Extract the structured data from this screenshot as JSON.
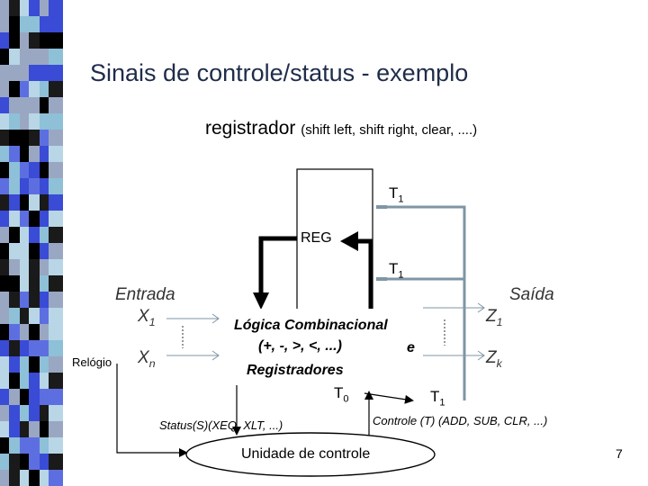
{
  "slide": {
    "title": "Sinais de controle/status - exemplo",
    "subtitle_main": "registrador",
    "subtitle_ops": "(shift left, shift right, clear, ....)",
    "page_number": "7"
  },
  "diagram": {
    "t1_top": "T",
    "t1_top_sub": "1",
    "reg_label": "REG",
    "t1_mid": "T",
    "t1_mid_sub": "1",
    "entrada_label": "Entrada",
    "x1": "X",
    "x1_sub": "1",
    "relogio": "Relógio",
    "xn": "X",
    "xn_sub": "n",
    "comb_line1": "Lógica Combinacional",
    "comb_line2": "(+, -, >, <, ...)",
    "comb_e": "e",
    "comb_line3": "Registradores",
    "t0": "T",
    "t0_sub": "0",
    "t1_bottom": "T",
    "t1_bottom_sub": "1",
    "saida_label": "Saída",
    "z1": "Z",
    "z1_sub": "1",
    "zk": "Z",
    "zk_sub": "k",
    "status_label": "Status(S)(XEQ, XLT, ...)",
    "controle_label": "Controle (T) (ADD, SUB, CLR, ...)",
    "unidade_controle": "Unidade de controle"
  },
  "colors": {
    "title": "#1f2c4a",
    "wire": "#7f95a6",
    "stripe_blue": "#3a4bd6",
    "stripe_black": "#000000",
    "stripe_light": "#8ec0d8",
    "stripe_gray": "#9aa7c2"
  }
}
